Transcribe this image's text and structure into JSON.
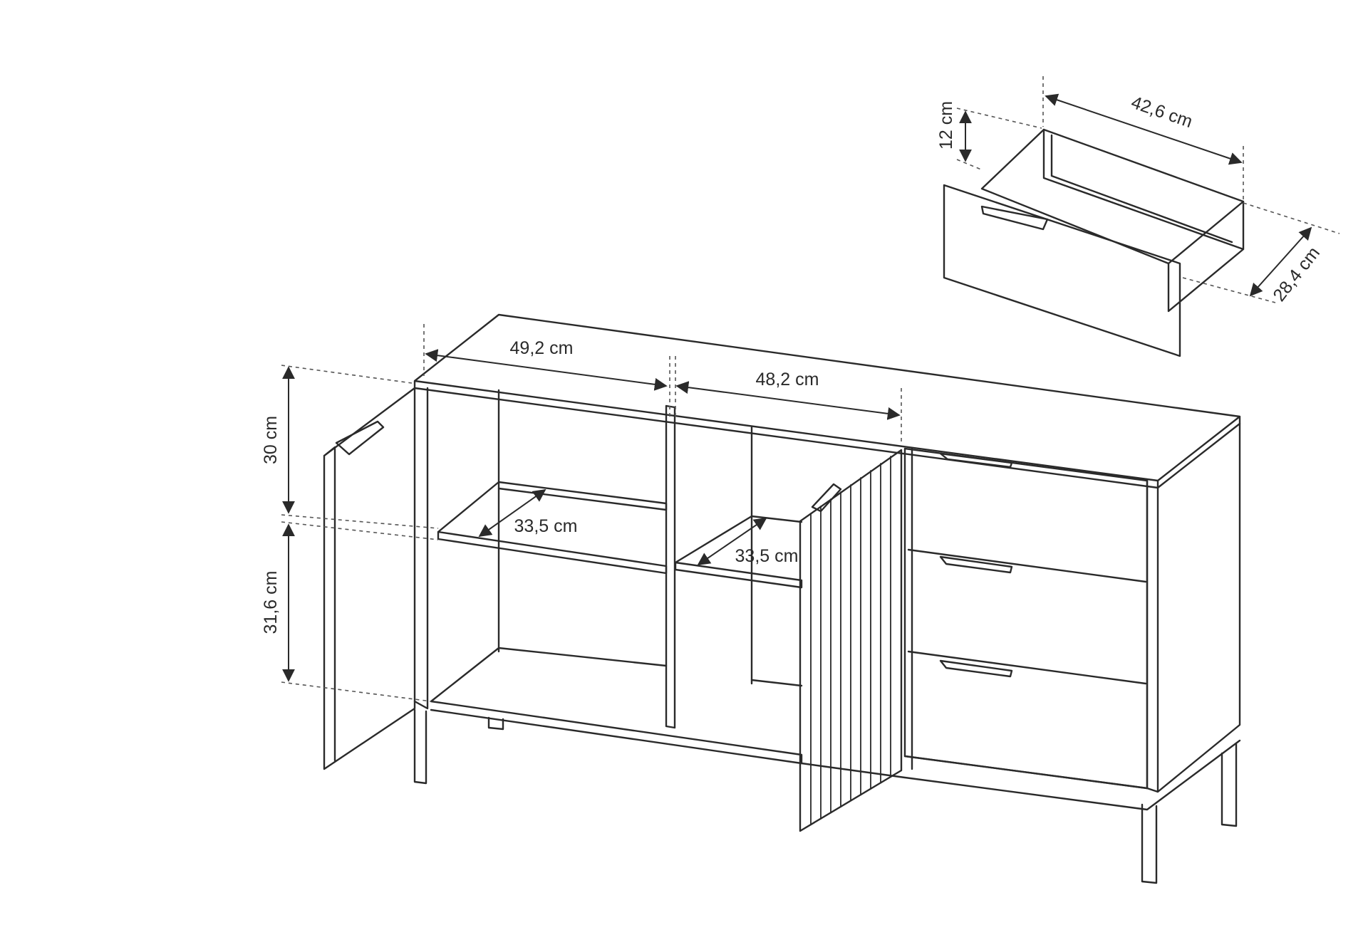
{
  "dimensions": {
    "top_left_width": "49,2 cm",
    "top_middle_width": "48,2 cm",
    "upper_height": "30 cm",
    "lower_height": "31,6 cm",
    "left_shelf_depth": "33,5 cm",
    "middle_shelf_depth": "33,5 cm",
    "drawer_height": "12 cm",
    "drawer_width": "42,6 cm",
    "drawer_depth": "28,4 cm"
  }
}
